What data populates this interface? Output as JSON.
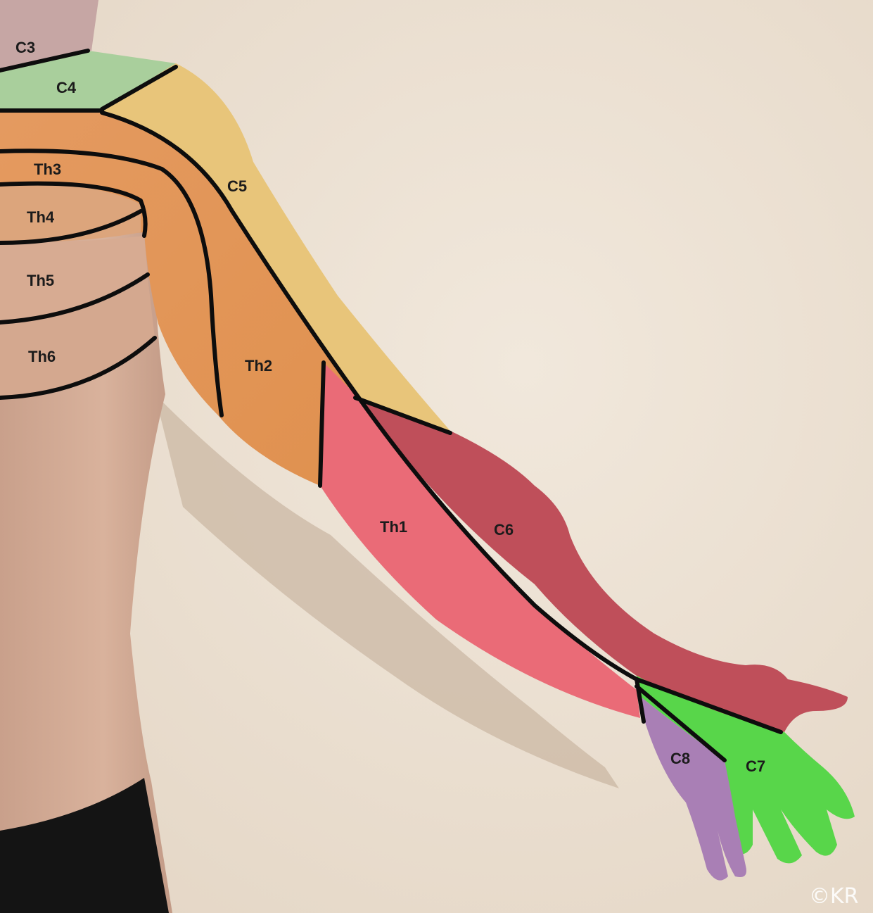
{
  "labels": {
    "c3": "C3",
    "c4": "C4",
    "c5": "C5",
    "c6": "C6",
    "c7": "C7",
    "c8": "C8",
    "th1": "Th1",
    "th2": "Th2",
    "th3": "Th3",
    "th4": "Th4",
    "th5": "Th5",
    "th6": "Th6"
  },
  "copyright": "©KR",
  "colors": {
    "wall": "#ece2d4",
    "skin": "#cfa891",
    "c3": "#c6a6a4",
    "c4": "#a9cf9c",
    "c5": "#e8c57a",
    "upper": "#e6a469",
    "th1": "#ea6b77",
    "c6": "#bf4f5a",
    "c7": "#58d64a",
    "c8": "#a97fb5",
    "pants": "#141414"
  }
}
